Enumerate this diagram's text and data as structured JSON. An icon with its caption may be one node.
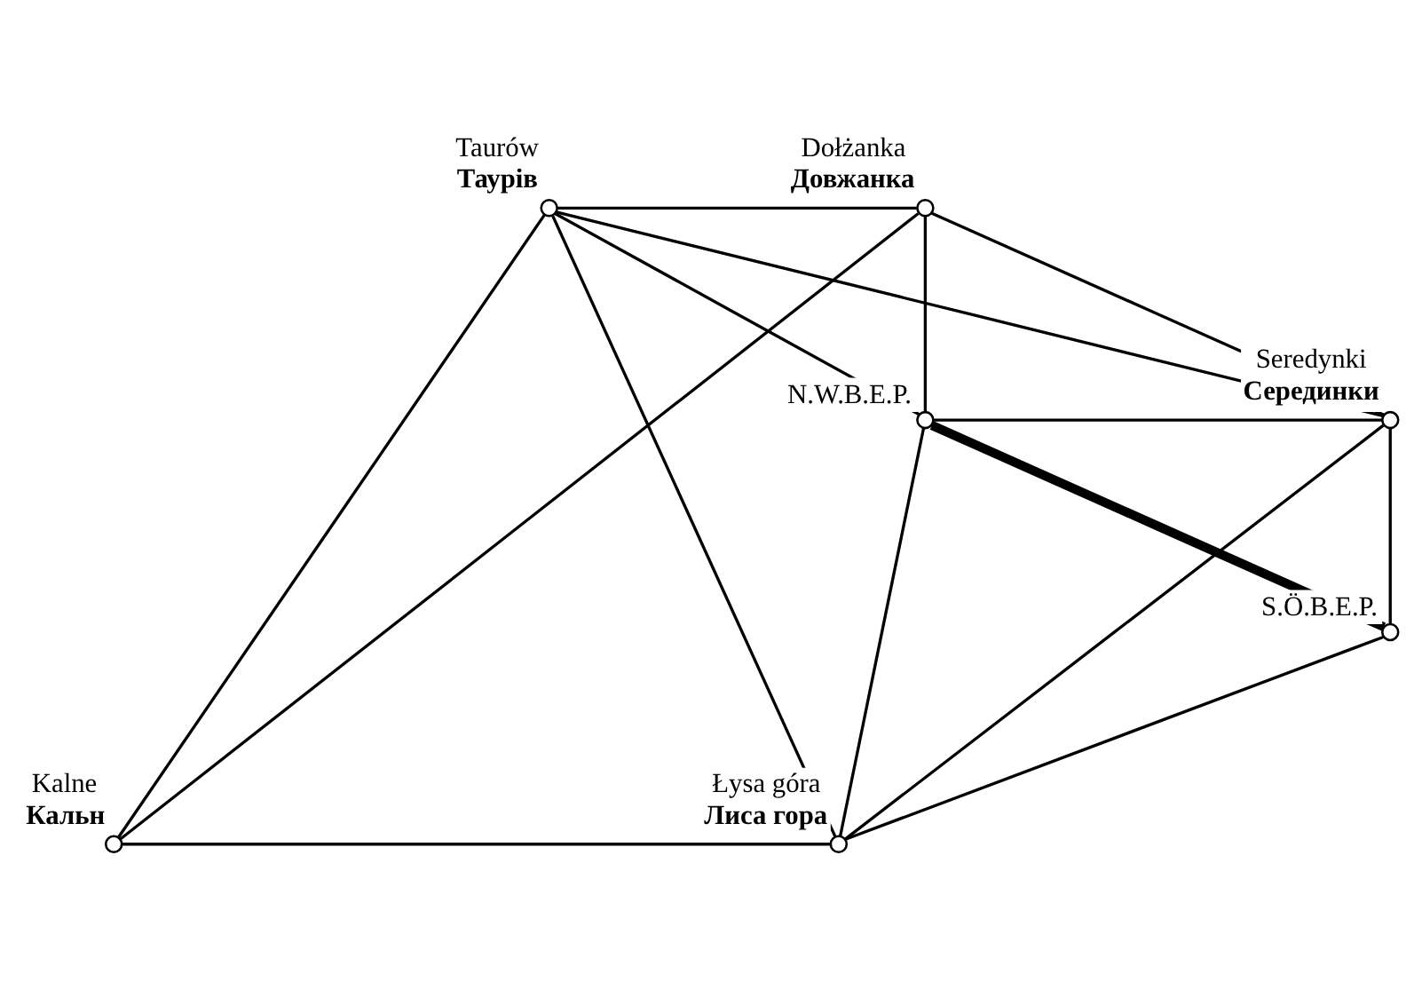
{
  "diagram": {
    "nodes": [
      {
        "text": [
          "Dołżanka",
          "Довжанка"
        ]
      },
      {
        "text": [
          "Taurów",
          "Таурів"
        ]
      },
      {
        "text": [
          "N.W.B.E.P."
        ]
      },
      {
        "text": [
          "Seredynki",
          "Серединки"
        ]
      },
      {
        "text": [
          "S.Ö.B.E.P."
        ]
      },
      {
        "text": [
          "Kalne",
          "Кальн"
        ]
      },
      {
        "text": [
          "Łysa góra",
          "Лиса гора"
        ]
      }
    ],
    "edges": [
      {
        "from": 1,
        "to": 0,
        "arrow": "none"
      },
      {
        "from": 1,
        "to": 5,
        "arrow": "none"
      },
      {
        "from": 1,
        "to": 6,
        "arrow": "none"
      },
      {
        "from": 1,
        "to": 2,
        "arrow": "none"
      },
      {
        "from": 1,
        "to": 3,
        "arrow": "none"
      },
      {
        "from": 0,
        "to": 5,
        "arrow": "none"
      },
      {
        "from": 0,
        "to": 2,
        "arrow": "none"
      },
      {
        "from": 0,
        "to": 3,
        "arrow": "none"
      },
      {
        "from": 2,
        "to": 3,
        "arrow": "none"
      },
      {
        "from": 2,
        "to": 4,
        "arrow": "none",
        "style": "thick"
      },
      {
        "from": 2,
        "to": 6,
        "arrow": "none"
      },
      {
        "from": 3,
        "to": 4,
        "arrow": "none"
      },
      {
        "from": 3,
        "to": 6,
        "arrow": "none"
      },
      {
        "from": 4,
        "to": 6,
        "arrow": "none"
      },
      {
        "from": 5,
        "to": 6,
        "arrow": "none"
      }
    ]
  }
}
